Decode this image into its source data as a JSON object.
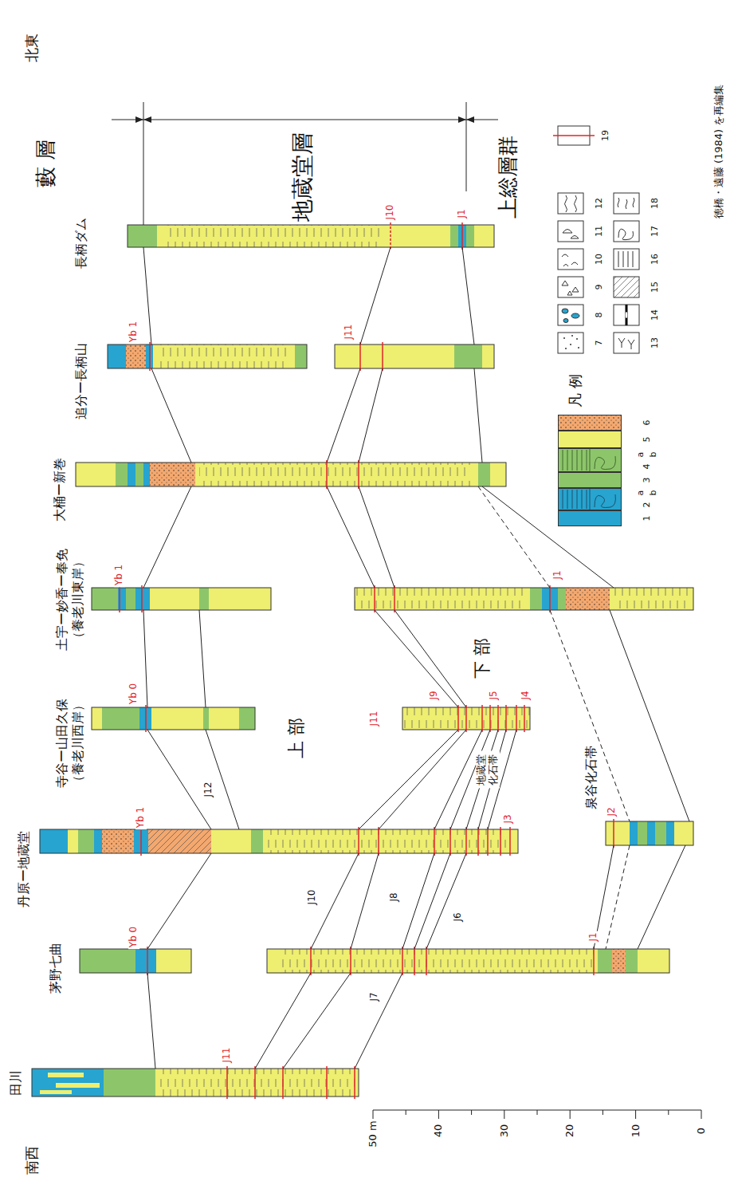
{
  "diagram": {
    "nodes": [
      {
        "text": [
          "長柄ダム"
        ]
      },
      {
        "text": [
          "追分ー長柄山"
        ]
      },
      {
        "text": [
          "大桶ー新巻"
        ]
      },
      {
        "text": [
          "土宇ー妙香ー奉免",
          "（養老川東岸）"
        ]
      },
      {
        "text": [
          "寺谷ー山田久保",
          "（養老川西岸）"
        ]
      },
      {
        "text": [
          "丹原ー地蔵堂"
        ]
      },
      {
        "text": [
          "泉谷化石帯"
        ]
      },
      {
        "text": [
          "茅野七曲"
        ]
      },
      {
        "text": [
          "田川"
        ]
      }
    ],
    "edges": [
      {
        "from": 0,
        "to": 1,
        "arrow": "none"
      },
      {
        "from": 1,
        "to": 2,
        "arrow": "none"
      },
      {
        "from": 2,
        "to": 3,
        "arrow": "none"
      },
      {
        "from": 3,
        "to": 4,
        "arrow": "none"
      },
      {
        "from": 3,
        "to": 4,
        "arrow": "none"
      },
      {
        "from": 4,
        "to": 5,
        "arrow": "none"
      },
      {
        "from": 4,
        "to": 5,
        "arrow": "none"
      },
      {
        "from": 5,
        "to": 7,
        "arrow": "none"
      },
      {
        "from": 7,
        "to": 8,
        "arrow": "none"
      },
      {
        "from": 0,
        "to": 1,
        "arrow": "none"
      },
      {
        "from": 1,
        "to": 2,
        "arrow": "none"
      },
      {
        "from": 1,
        "to": 2,
        "arrow": "none"
      },
      {
        "from": 2,
        "to": 3,
        "arrow": "none"
      },
      {
        "from": 2,
        "to": 3,
        "arrow": "none"
      },
      {
        "from": 3,
        "to": 4,
        "arrow": "none"
      },
      {
        "from": 3,
        "to": 4,
        "arrow": "none"
      },
      {
        "from": 4,
        "to": 5,
        "arrow": "none"
      },
      {
        "from": 4,
        "to": 5,
        "arrow": "none"
      },
      {
        "from": 4,
        "to": 5,
        "arrow": "none"
      },
      {
        "from": 4,
        "to": 5,
        "arrow": "none"
      },
      {
        "from": 4,
        "to": 5,
        "arrow": "none"
      },
      {
        "from": 4,
        "to": 5,
        "arrow": "none"
      },
      {
        "from": 4,
        "to": 5,
        "arrow": "none"
      },
      {
        "from": 5,
        "to": 7,
        "arrow": "none"
      },
      {
        "from": 5,
        "to": 7,
        "arrow": "none"
      },
      {
        "from": 5,
        "to": 7,
        "arrow": "none"
      },
      {
        "from": 5,
        "to": 7,
        "arrow": "none"
      },
      {
        "from": 5,
        "to": 7,
        "arrow": "none"
      },
      {
        "from": 7,
        "to": 8,
        "arrow": "none"
      },
      {
        "from": 7,
        "to": 8,
        "arrow": "none"
      },
      {
        "from": 7,
        "to": 8,
        "arrow": "none"
      },
      {
        "from": 0,
        "to": 1,
        "arrow": "none"
      },
      {
        "from": 1,
        "to": 2,
        "arrow": "none"
      },
      {
        "from": 2,
        "to": 3,
        "arrow": "none"
      },
      {
        "from": 2,
        "to": 3,
        "arrow": "none"
      },
      {
        "from": 3,
        "to": 6,
        "arrow": "none"
      },
      {
        "from": 3,
        "to": 6,
        "arrow": "none"
      },
      {
        "from": 6,
        "to": 7,
        "arrow": "none"
      },
      {
        "from": 6,
        "to": 7,
        "arrow": "none"
      },
      {
        "from": 6,
        "to": 7,
        "arrow": "none"
      }
    ],
    "labels": [
      "北東",
      "藪 層",
      "地蔵堂層",
      "上総層群",
      "J10",
      "J1",
      "Yb 1",
      "J11",
      "Yb 1",
      "J1",
      "Yb 0",
      "J11",
      "J9",
      "J5",
      "J4",
      "上 部",
      "下 部",
      "J12",
      "地蔵堂 化石帯",
      "Yb 1",
      "J3",
      "J2",
      "Yb 0",
      "J10",
      "J8",
      "J6",
      "J1",
      "J11",
      "J7",
      "50 m",
      "40",
      "30",
      "20",
      "10",
      "0",
      "凡 例",
      "a",
      "b",
      "a",
      "b",
      "徳橋・遠藤 (1984) を再編集",
      "南西"
    ],
    "legend": [
      {
        "text": "1",
        "color": "#27a4cf"
      },
      {
        "text": "2",
        "color": "#27a4cf"
      },
      {
        "text": "3",
        "color": "#8dc66a"
      },
      {
        "text": "4",
        "color": "#8dc66a"
      },
      {
        "text": "5",
        "color": "#eeee70"
      },
      {
        "text": "6",
        "color": "#f4a86e"
      },
      {
        "text": "7"
      },
      {
        "text": "8"
      },
      {
        "text": "9"
      },
      {
        "text": "10"
      },
      {
        "text": "11"
      },
      {
        "text": "12"
      },
      {
        "text": "13"
      },
      {
        "text": "14"
      },
      {
        "text": "15"
      },
      {
        "text": "16"
      },
      {
        "text": "17"
      },
      {
        "text": "18"
      },
      {
        "text": "19"
      }
    ]
  }
}
